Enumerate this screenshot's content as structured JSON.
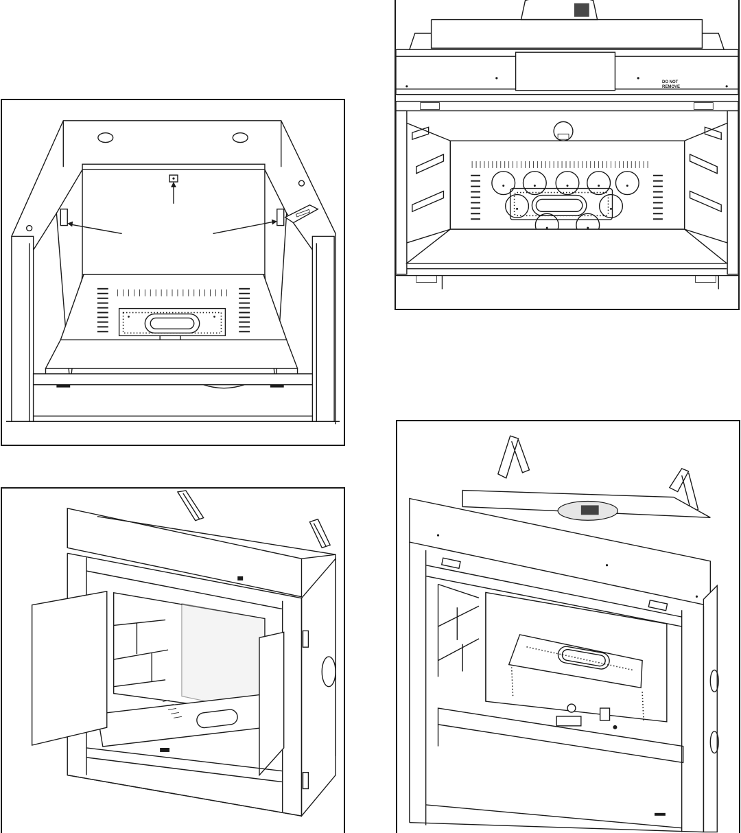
{
  "figures": [
    {
      "id": "interior-front-view"
    },
    {
      "id": "interior-close-up-view",
      "labels": [
        "DO NOT",
        "REMOVE"
      ]
    },
    {
      "id": "open-doors-view"
    },
    {
      "id": "burner-installation-view"
    }
  ]
}
